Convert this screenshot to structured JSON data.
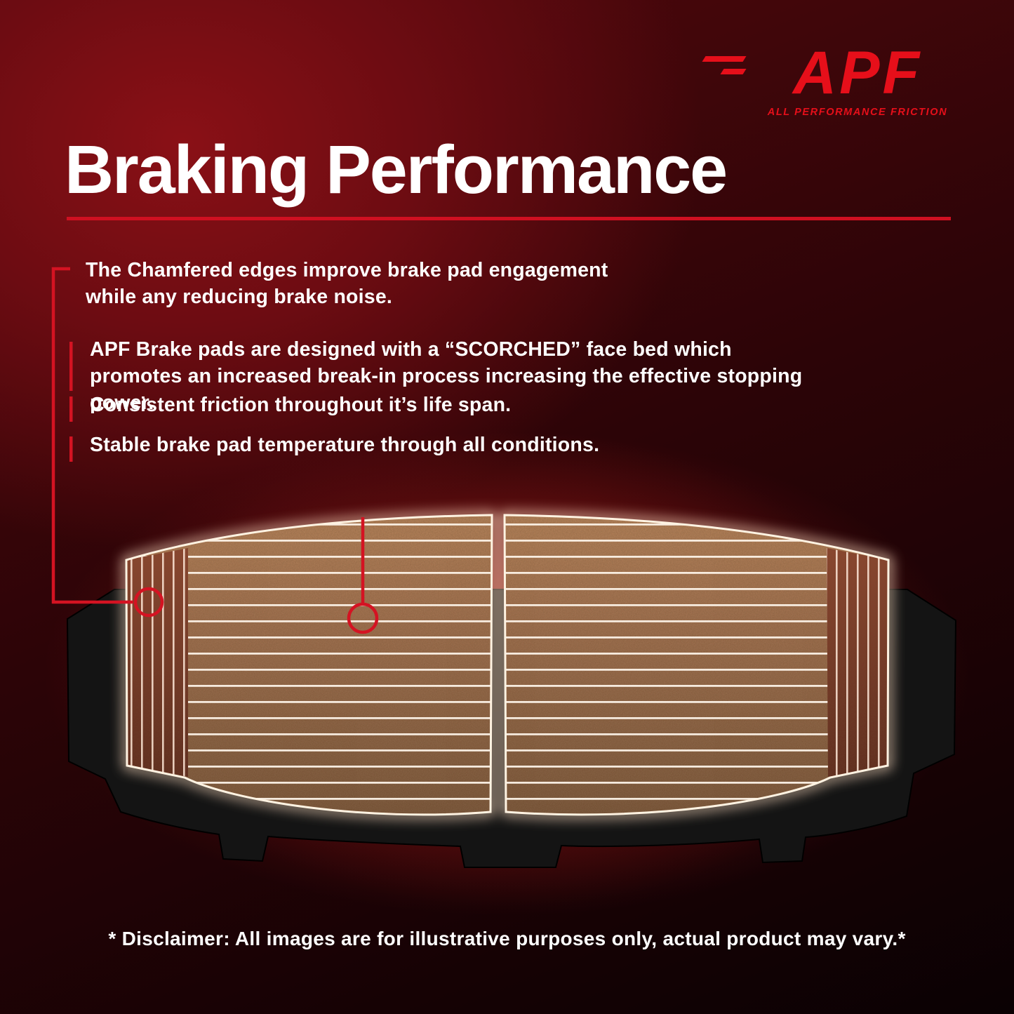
{
  "logo": {
    "brand": "APF",
    "tagline": "ALL PERFORMANCE FRICTION"
  },
  "header": {
    "title": "Braking Performance"
  },
  "bullets": [
    {
      "text": "The Chamfered edges improve brake pad engagement while any reducing brake noise."
    },
    {
      "text": "APF Brake pads are designed with a “SCORCHED” face bed which promotes an increased break-in process increasing the effective stopping power."
    },
    {
      "text": "Consistent friction throughout it’s life span."
    },
    {
      "text": "Stable brake pad temperature through all conditions."
    }
  ],
  "disclaimer": {
    "text": "* Disclaimer: All images are for illustrative purposes only, actual product may vary.*"
  },
  "colors": {
    "accent_red": "#d41322",
    "heading_rule": "#cf1021",
    "logo_red": "#e60f1a",
    "pad_brown": "#996644",
    "backing_plate": "#141414",
    "background_red": "#6d0c12"
  }
}
